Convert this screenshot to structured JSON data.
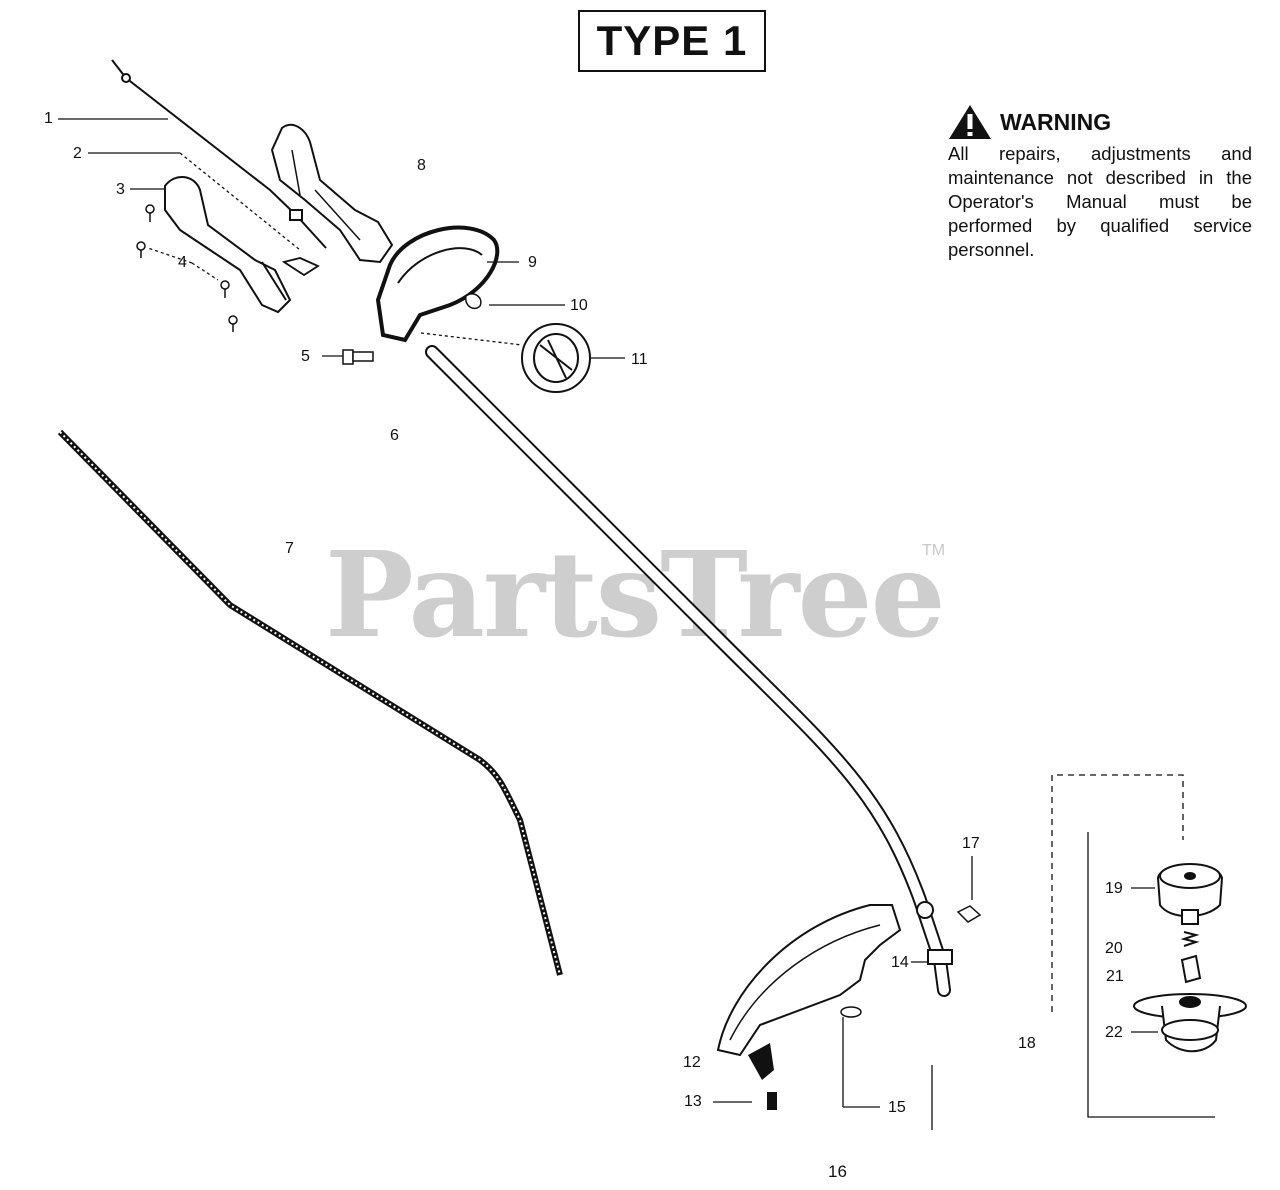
{
  "header": {
    "title": "TYPE 1"
  },
  "warning": {
    "heading": "WARNING",
    "text": "All repairs, adjustments and maintenance not described in the Operator's Manual must be performed by qualified  service personnel."
  },
  "watermark": {
    "text": "PartsTree",
    "tm": "TM"
  },
  "page_number": "16",
  "callouts": {
    "c1": "1",
    "c2": "2",
    "c3": "3",
    "c4": "4",
    "c5": "5",
    "c6": "6",
    "c7": "7",
    "c8": "8",
    "c9": "9",
    "c10": "10",
    "c11": "11",
    "c12": "12",
    "c13": "13",
    "c14": "14",
    "c15": "15",
    "c17": "17",
    "c18": "18",
    "c19": "19",
    "c20": "20",
    "c21": "21",
    "c22": "22"
  },
  "icons": {
    "warning": "warning-triangle-icon"
  }
}
